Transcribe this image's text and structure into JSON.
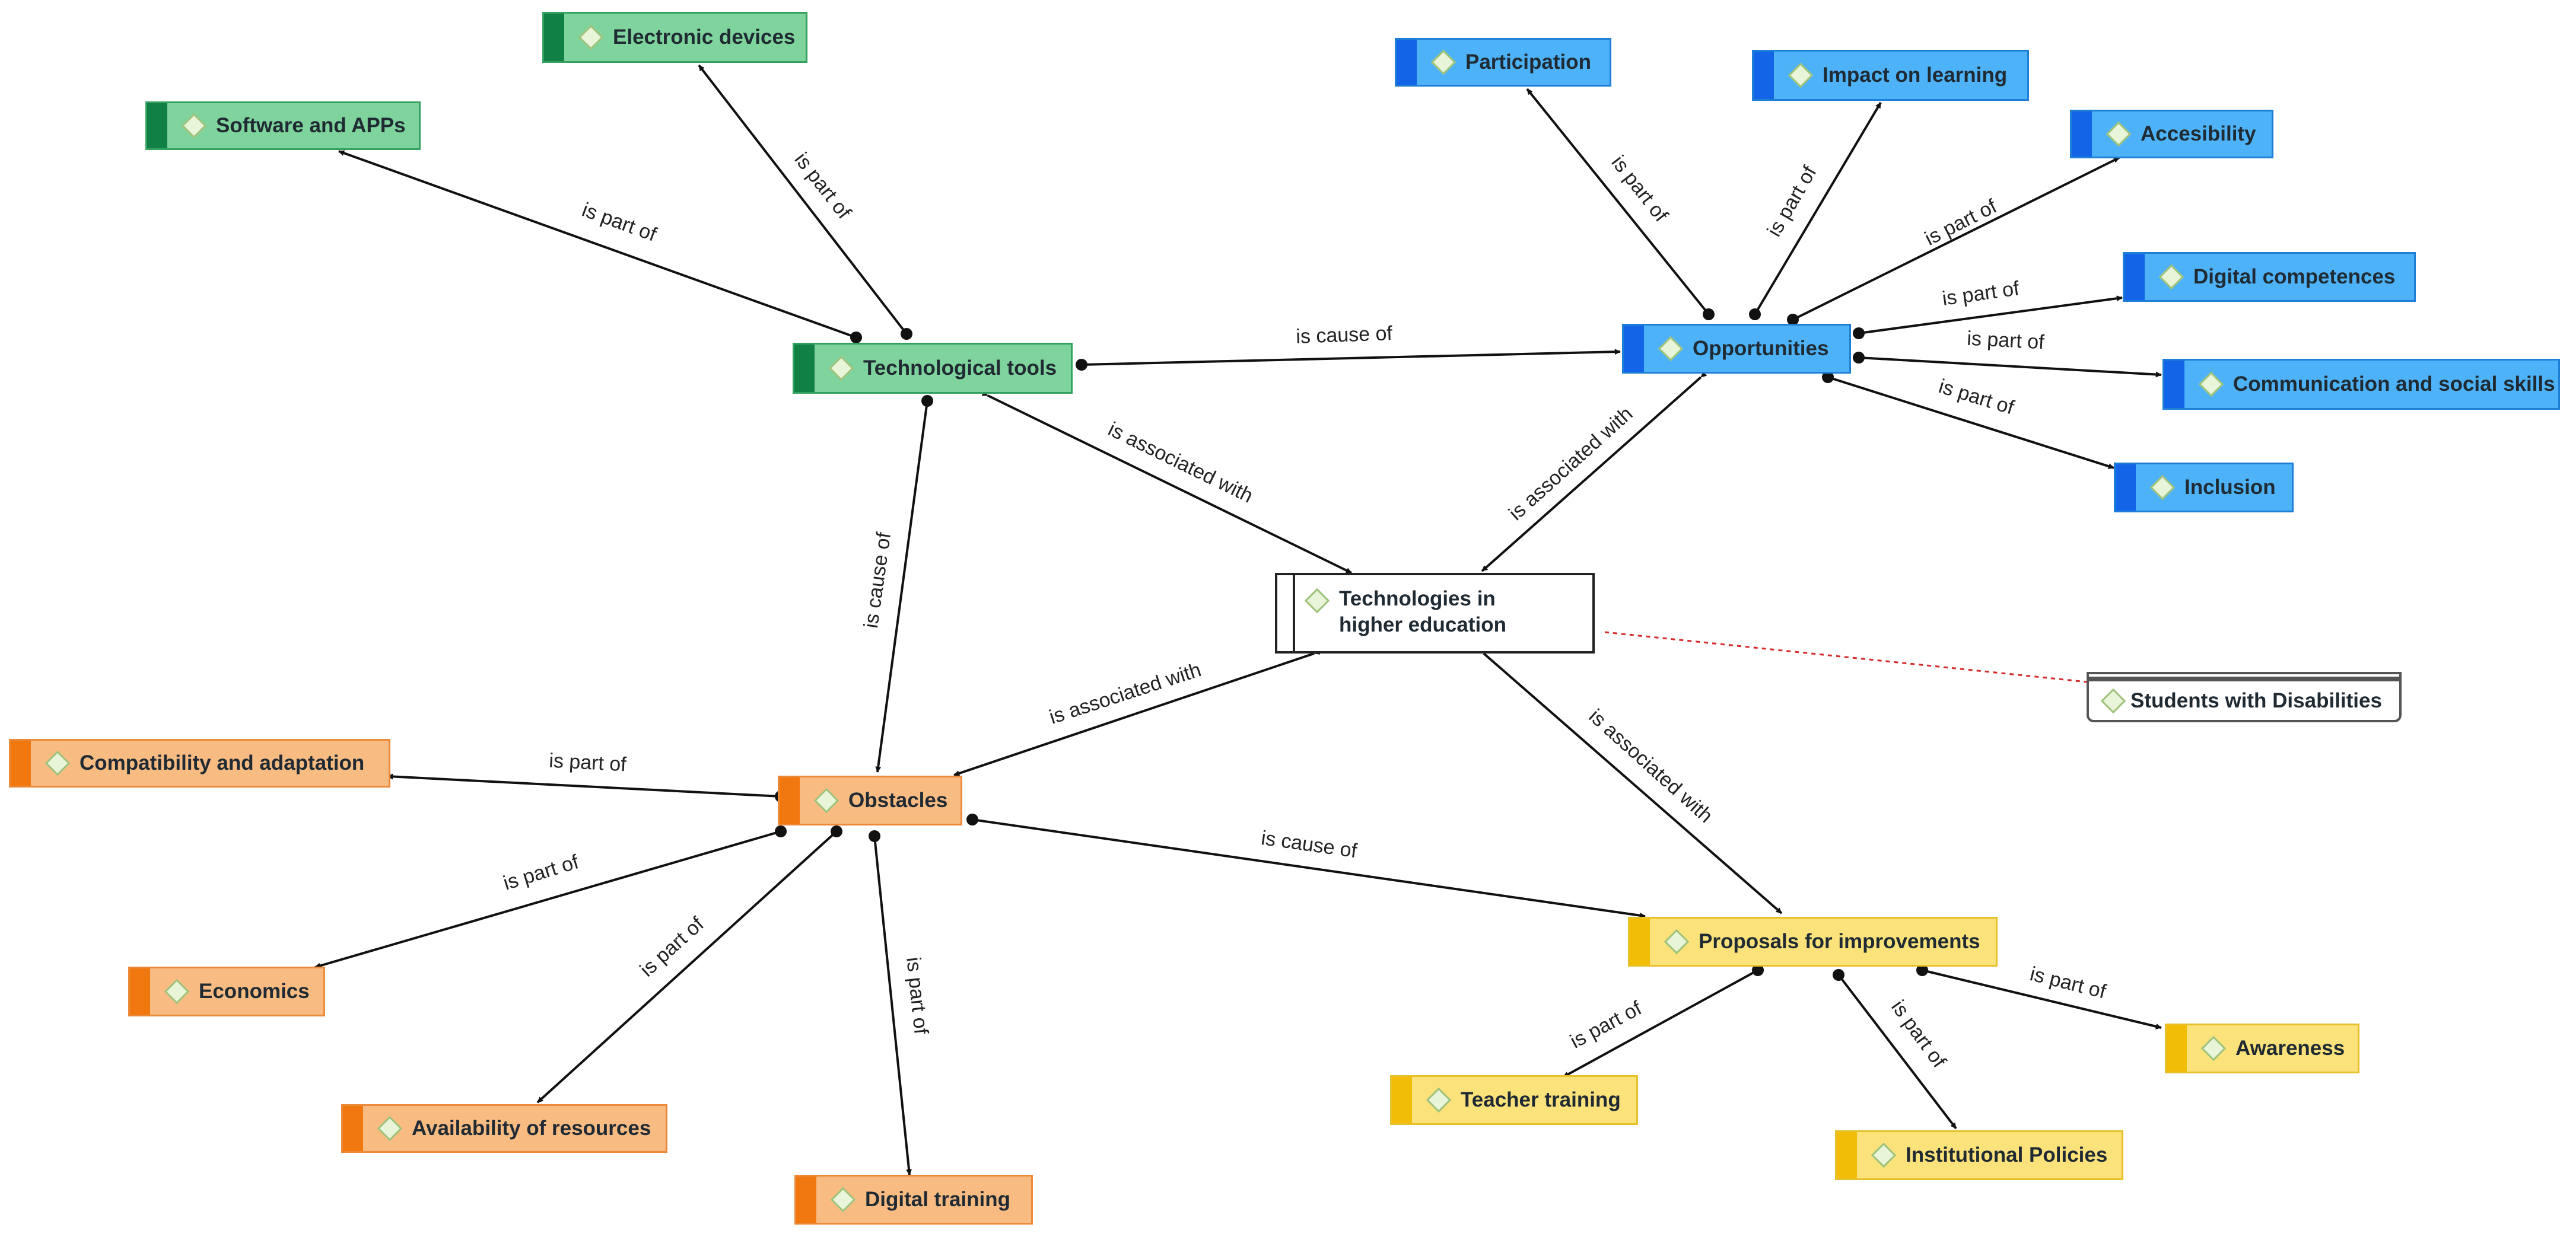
{
  "nodes": {
    "electronic_devices": "Electronic devices",
    "software_apps": "Software and APPs",
    "technological_tools": "Technological tools",
    "participation": "Participation",
    "impact_on_learning": "Impact on learning",
    "accesibility": "Accesibility",
    "digital_competences": "Digital competences",
    "opportunities": "Opportunities",
    "communication_social": "Communication and social skills",
    "inclusion": "Inclusion",
    "technologies_higher_ed": "Technologies in higher education",
    "students_disabilities": "Students with Disabilities",
    "compatibility": "Compatibility and adaptation",
    "obstacles": "Obstacles",
    "economics": "Economics",
    "availability": "Availability of resources",
    "digital_training": "Digital training",
    "proposals": "Proposals for improvements",
    "teacher_training": "Teacher training",
    "institutional_policies": "Institutional Policies",
    "awareness": "Awareness"
  },
  "relations": {
    "is_part_of": "is part of",
    "is_cause_of": "is cause of",
    "is_associated_with": "is associated with"
  },
  "colors": {
    "tools_group": "#7fd39c",
    "opportunities_group": "#4db2f7",
    "obstacles_group": "#f8bb82",
    "proposals_group": "#fbe27a",
    "memo_link": "#d62b2b"
  }
}
